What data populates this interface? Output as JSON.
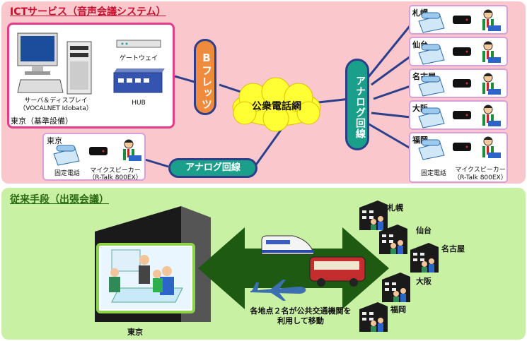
{
  "top": {
    "title": "ICTサービス（音声会議システム）",
    "hq_box": {
      "server_label_1": "サーバ＆ディスプレイ",
      "server_label_2": "（VOCALNET Idobata）",
      "gateway_label": "ゲートウェイ",
      "hub_label": "HUB",
      "location": "東京（基準設備）"
    },
    "bflets_label": "Bフレッツ",
    "cloud_label": "公衆電話網",
    "analog_vertical_label": "アナログ回線",
    "analog_horizontal_label": "アナログ回線",
    "tokyo_client": {
      "city": "東京",
      "phone_label": "固定電話",
      "speaker_label_1": "マイクスピーカー",
      "speaker_label_2": "（R-Talk 800EX）"
    },
    "branches": [
      "札幌",
      "仙台",
      "名古屋",
      "大阪",
      "福岡"
    ],
    "branch_phone_label": "固定電話",
    "branch_speaker_label_1": "マイクスピーカー",
    "branch_speaker_label_2": "（R-Talk 800EX）"
  },
  "bottom": {
    "title": "従来手段（出張会議）",
    "hq_label": "東京",
    "travel_note_1": "各地点２名が公共交通機関を",
    "travel_note_2": "利用して移動",
    "destinations": [
      "札幌",
      "仙台",
      "名古屋",
      "大阪",
      "福岡"
    ]
  },
  "colors": {
    "top_bg": "#f9c7cc",
    "bottom_bg": "#c9f1a4",
    "title_red": "#c8102e",
    "title_green": "#2a6a13",
    "box_border": "#e23c8a",
    "pill_orange": "#f08a3c",
    "pill_teal": "#1aa08a",
    "line_blue": "#2c3f8a",
    "arrow_green": "#1e5a12"
  }
}
